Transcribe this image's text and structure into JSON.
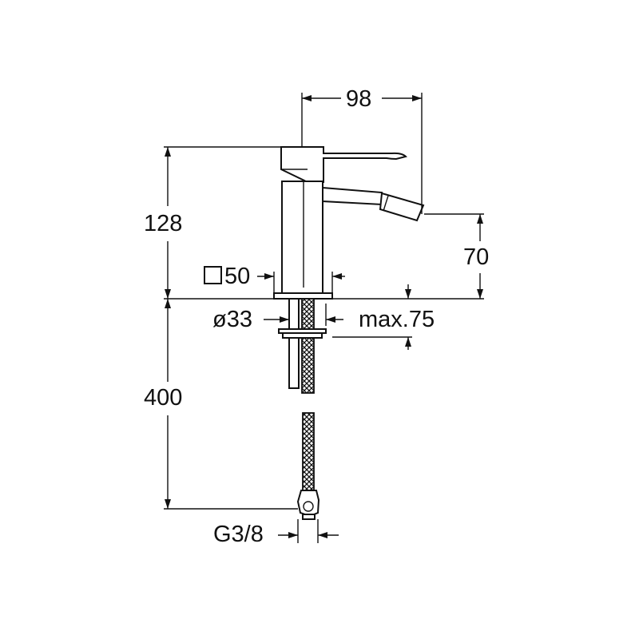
{
  "dimensions": {
    "width_top": "98",
    "height_total": "128",
    "spout_height": "70",
    "base_square": "50",
    "base_square_symbol": "square",
    "hole_diameter": "ø33",
    "deck_max": "max.75",
    "hose_length": "400",
    "connection_thread": "G3/8"
  },
  "colors": {
    "line": "#111111",
    "background": "#ffffff"
  }
}
